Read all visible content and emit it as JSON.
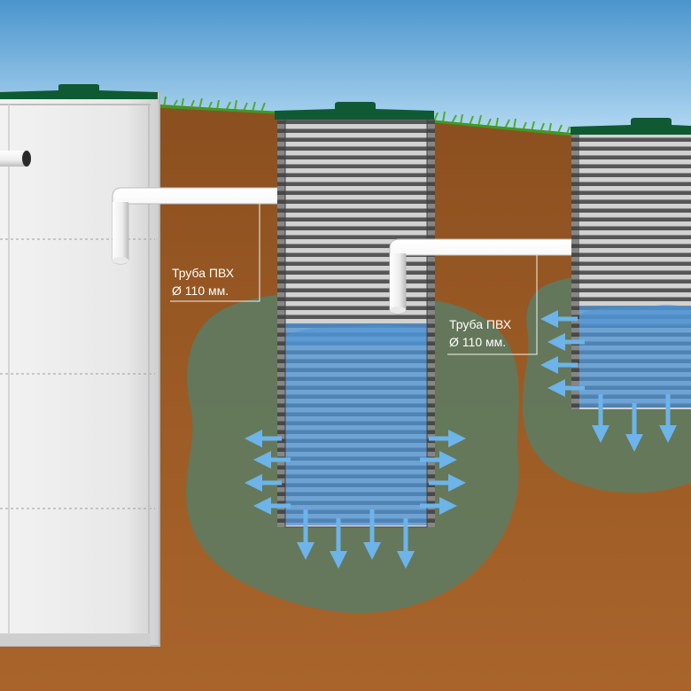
{
  "labels": {
    "pipe_1": {
      "line1": "Труба ПВХ",
      "line2": "Ø 110 мм."
    },
    "pipe_2": {
      "line1": "Труба ПВХ",
      "line2": "Ø 110 мм."
    }
  },
  "colors": {
    "sky_top": "#4f9ad0",
    "sky_bottom": "#a7d2ef",
    "soil": "#9b5a24",
    "soil_dark": "#7a4519",
    "grass": "#4cae2b",
    "wet_zone": "#5a7a62",
    "water": "#4e93d4",
    "well_ring": "#c9c9c9",
    "well_groove": "#5e5e5e",
    "lid": "#0f5a33",
    "pipe": "#f2f2f2",
    "arrow": "#6cb4ea",
    "tank": "#ececec"
  }
}
